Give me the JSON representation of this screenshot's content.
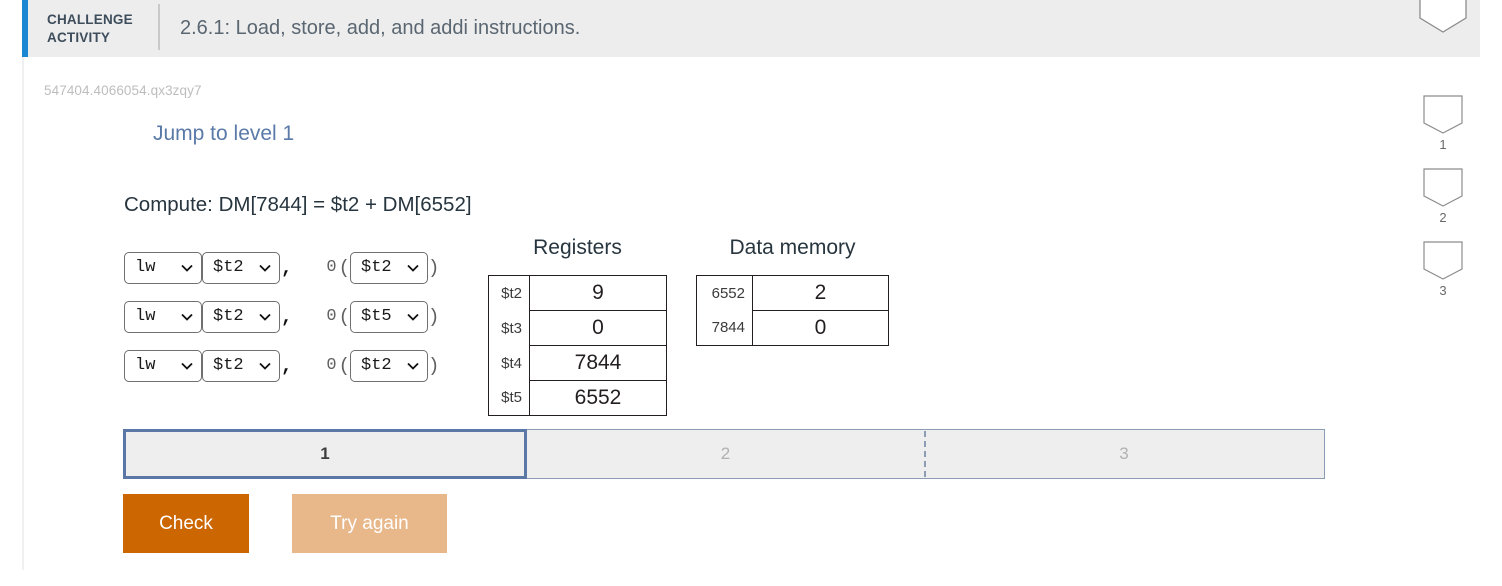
{
  "header": {
    "badge_line1": "CHALLENGE",
    "badge_line2": "ACTIVITY",
    "title": "2.6.1: Load, store, add, and addi instructions.",
    "accent_color": "#1b87d2",
    "background": "#ededed",
    "shield_icon": "shield-icon"
  },
  "content": {
    "activity_id": "547404.4066054.qx3zqy7",
    "jump_link": "Jump to level 1",
    "prompt": "Compute: DM[7844] = $t2 + DM[6552]"
  },
  "instructions": {
    "rows": [
      {
        "op": "lw",
        "rd": "$t2",
        "comma": ",",
        "offset": "0",
        "open_paren": "(",
        "rs": "$t2",
        "close_paren": ")"
      },
      {
        "op": "lw",
        "rd": "$t2",
        "comma": ",",
        "offset": "0",
        "open_paren": "(",
        "rs": "$t5",
        "close_paren": ")"
      },
      {
        "op": "lw",
        "rd": "$t2",
        "comma": ",",
        "offset": "0",
        "open_paren": "(",
        "rs": "$t2",
        "close_paren": ")"
      }
    ]
  },
  "registers": {
    "title": "Registers",
    "rows": [
      {
        "label": "$t2",
        "value": "9"
      },
      {
        "label": "$t3",
        "value": "0"
      },
      {
        "label": "$t4",
        "value": "7844"
      },
      {
        "label": "$t5",
        "value": "6552"
      }
    ]
  },
  "data_memory": {
    "title": "Data memory",
    "rows": [
      {
        "label": "6552",
        "value": "2"
      },
      {
        "label": "7844",
        "value": "0"
      }
    ]
  },
  "progress": {
    "segments": [
      {
        "label": "1",
        "state": "active"
      },
      {
        "label": "2",
        "state": "pending"
      },
      {
        "label": "3",
        "state": "pending"
      }
    ],
    "active_border_color": "#5a77a5"
  },
  "buttons": {
    "check": {
      "label": "Check",
      "color": "#cc6600"
    },
    "try_again": {
      "label": "Try again",
      "color": "#e8b78a"
    }
  },
  "rail": {
    "items": [
      {
        "number": "1",
        "icon": "shield-icon"
      },
      {
        "number": "2",
        "icon": "shield-icon"
      },
      {
        "number": "3",
        "icon": "shield-icon"
      }
    ]
  }
}
